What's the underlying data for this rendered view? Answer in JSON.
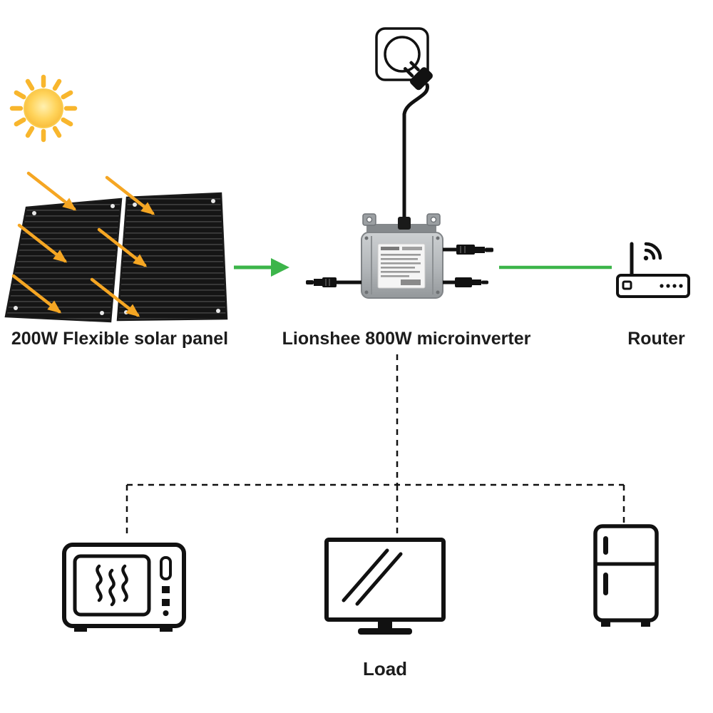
{
  "diagram": {
    "nodes": {
      "sun": {
        "icon": "sun-icon"
      },
      "solar_panel": {
        "icon": "solar-panel-icon",
        "label": "200W Flexible solar panel"
      },
      "power_outlet": {
        "icon": "power-outlet-icon"
      },
      "microinverter": {
        "icon": "microinverter-icon",
        "label": "Lionshee 800W microinverter"
      },
      "router": {
        "icon": "wifi-router-icon",
        "label": "Router"
      },
      "load": {
        "label": "Load",
        "devices": [
          {
            "icon": "microwave-icon"
          },
          {
            "icon": "monitor-icon"
          },
          {
            "icon": "refrigerator-icon"
          }
        ]
      }
    },
    "colors": {
      "flow_green": "#3CB54A",
      "arrow_orange": "#F5A623",
      "sun_yellow": "#FFD45C",
      "outline_black": "#111111",
      "inverter_gray": "#AFB3B6"
    }
  }
}
